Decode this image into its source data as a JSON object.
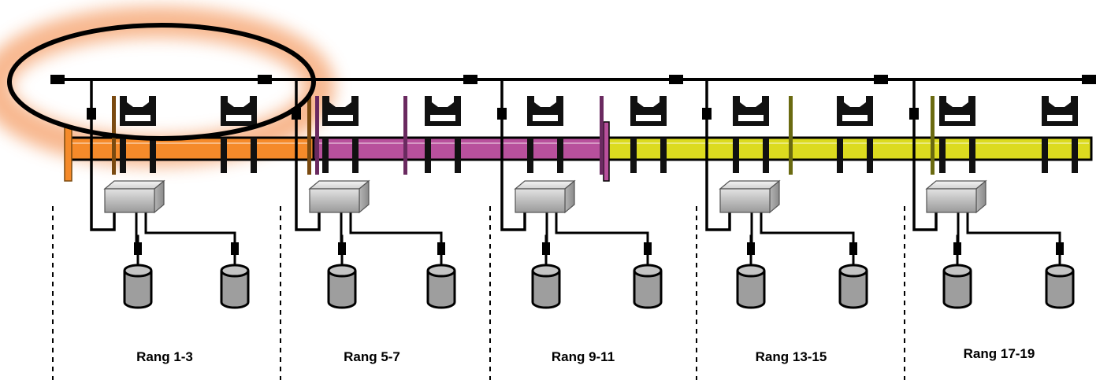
{
  "diagram": {
    "sections": [
      {
        "label": "Rang 1-3"
      },
      {
        "label": "Rang 5-7"
      },
      {
        "label": "Rang 9-11"
      },
      {
        "label": "Rang 13-15"
      },
      {
        "label": "Rang 17-19"
      }
    ],
    "beam_segments": [
      {
        "color": "#F58A2A"
      },
      {
        "color": "#B8509C"
      },
      {
        "color": "#DCDB1F"
      }
    ],
    "highlight": {
      "stroke": "#000000",
      "glow": "#F5A06A"
    }
  }
}
